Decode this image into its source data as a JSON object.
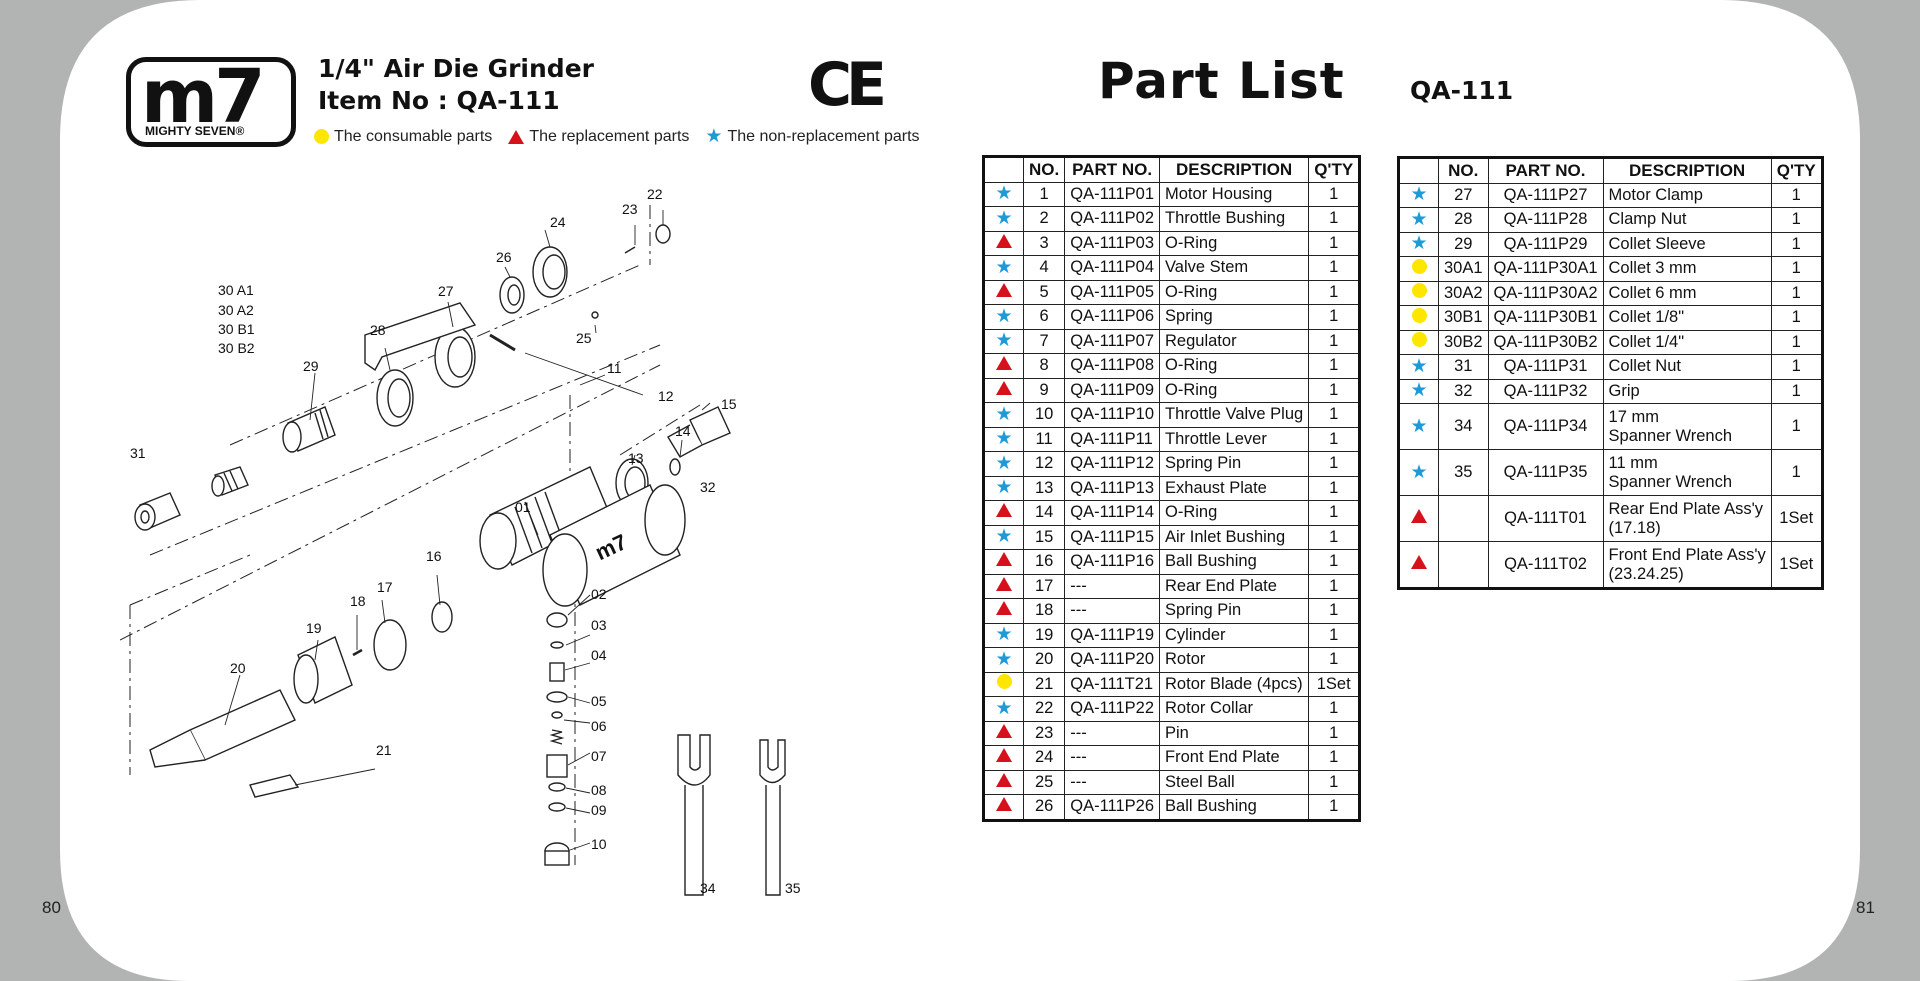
{
  "page_numbers": {
    "left": "80",
    "right": "81"
  },
  "logo": {
    "mark": "m7",
    "tagline": "MIGHTY SEVEN®"
  },
  "header": {
    "title": "1/4\" Air Die Grinder",
    "item_label": "Item No : QA-111",
    "ce_mark": "CE"
  },
  "legend": {
    "consumable": "The consumable parts",
    "replacement": "The replacement parts",
    "non_replacement": "The non-replacement parts",
    "colors": {
      "consumable": "#ffe600",
      "replacement": "#d5121b",
      "non_replacement": "#1e9ad6"
    }
  },
  "part_list": {
    "title": "Part List",
    "model": "QA-111",
    "columns": [
      "NO.",
      "PART NO.",
      "DESCRIPTION",
      "Q'TY"
    ]
  },
  "table_left": [
    {
      "type": "star",
      "no": "1",
      "part": "QA-111P01",
      "desc": "Motor Housing",
      "qty": "1"
    },
    {
      "type": "star",
      "no": "2",
      "part": "QA-111P02",
      "desc": "Throttle Bushing",
      "qty": "1"
    },
    {
      "type": "tri",
      "no": "3",
      "part": "QA-111P03",
      "desc": "O-Ring",
      "qty": "1"
    },
    {
      "type": "star",
      "no": "4",
      "part": "QA-111P04",
      "desc": "Valve Stem",
      "qty": "1"
    },
    {
      "type": "tri",
      "no": "5",
      "part": "QA-111P05",
      "desc": "O-Ring",
      "qty": "1"
    },
    {
      "type": "star",
      "no": "6",
      "part": "QA-111P06",
      "desc": "Spring",
      "qty": "1"
    },
    {
      "type": "star",
      "no": "7",
      "part": "QA-111P07",
      "desc": "Regulator",
      "qty": "1"
    },
    {
      "type": "tri",
      "no": "8",
      "part": "QA-111P08",
      "desc": "O-Ring",
      "qty": "1"
    },
    {
      "type": "tri",
      "no": "9",
      "part": "QA-111P09",
      "desc": "O-Ring",
      "qty": "1"
    },
    {
      "type": "star",
      "no": "10",
      "part": "QA-111P10",
      "desc": "Throttle Valve Plug",
      "qty": "1"
    },
    {
      "type": "star",
      "no": "11",
      "part": "QA-111P11",
      "desc": "Throttle Lever",
      "qty": "1"
    },
    {
      "type": "star",
      "no": "12",
      "part": "QA-111P12",
      "desc": "Spring Pin",
      "qty": "1"
    },
    {
      "type": "star",
      "no": "13",
      "part": "QA-111P13",
      "desc": "Exhaust Plate",
      "qty": "1"
    },
    {
      "type": "tri",
      "no": "14",
      "part": "QA-111P14",
      "desc": "O-Ring",
      "qty": "1"
    },
    {
      "type": "star",
      "no": "15",
      "part": "QA-111P15",
      "desc": "Air Inlet Bushing",
      "qty": "1"
    },
    {
      "type": "tri",
      "no": "16",
      "part": "QA-111P16",
      "desc": "Ball Bushing",
      "qty": "1"
    },
    {
      "type": "tri",
      "no": "17",
      "part": "---",
      "desc": "Rear End Plate",
      "qty": "1"
    },
    {
      "type": "tri",
      "no": "18",
      "part": "---",
      "desc": "Spring Pin",
      "qty": "1"
    },
    {
      "type": "star",
      "no": "19",
      "part": "QA-111P19",
      "desc": "Cylinder",
      "qty": "1"
    },
    {
      "type": "star",
      "no": "20",
      "part": "QA-111P20",
      "desc": "Rotor",
      "qty": "1"
    },
    {
      "type": "dot",
      "no": "21",
      "part": "QA-111T21",
      "desc": "Rotor Blade (4pcs)",
      "qty": "1Set"
    },
    {
      "type": "star",
      "no": "22",
      "part": "QA-111P22",
      "desc": "Rotor Collar",
      "qty": "1"
    },
    {
      "type": "tri",
      "no": "23",
      "part": "---",
      "desc": "Pin",
      "qty": "1"
    },
    {
      "type": "tri",
      "no": "24",
      "part": "---",
      "desc": "Front End Plate",
      "qty": "1"
    },
    {
      "type": "tri",
      "no": "25",
      "part": "---",
      "desc": "Steel Ball",
      "qty": "1"
    },
    {
      "type": "tri",
      "no": "26",
      "part": "QA-111P26",
      "desc": "Ball Bushing",
      "qty": "1"
    }
  ],
  "table_right": [
    {
      "type": "star",
      "no": "27",
      "part": "QA-111P27",
      "desc": "Motor Clamp",
      "desc2": "",
      "qty": "1"
    },
    {
      "type": "star",
      "no": "28",
      "part": "QA-111P28",
      "desc": "Clamp Nut",
      "desc2": "",
      "qty": "1"
    },
    {
      "type": "star",
      "no": "29",
      "part": "QA-111P29",
      "desc": "Collet Sleeve",
      "desc2": "",
      "qty": "1"
    },
    {
      "type": "dot",
      "no": "30A1",
      "part": "QA-111P30A1",
      "desc": "Collet 3 mm",
      "desc2": "",
      "qty": "1"
    },
    {
      "type": "dot",
      "no": "30A2",
      "part": "QA-111P30A2",
      "desc": "Collet 6 mm",
      "desc2": "",
      "qty": "1"
    },
    {
      "type": "dot",
      "no": "30B1",
      "part": "QA-111P30B1",
      "desc": "Collet 1/8\"",
      "desc2": "",
      "qty": "1"
    },
    {
      "type": "dot",
      "no": "30B2",
      "part": "QA-111P30B2",
      "desc": "Collet 1/4\"",
      "desc2": "",
      "qty": "1"
    },
    {
      "type": "star",
      "no": "31",
      "part": "QA-111P31",
      "desc": "Collet Nut",
      "desc2": "",
      "qty": "1"
    },
    {
      "type": "star",
      "no": "32",
      "part": "QA-111P32",
      "desc": "Grip",
      "desc2": "",
      "qty": "1"
    },
    {
      "type": "star",
      "no": "34",
      "part": "QA-111P34",
      "desc": "17 mm",
      "desc2": "Spanner Wrench",
      "qty": "1"
    },
    {
      "type": "star",
      "no": "35",
      "part": "QA-111P35",
      "desc": "11 mm",
      "desc2": "Spanner Wrench",
      "qty": "1"
    },
    {
      "type": "tri",
      "no": "",
      "part": "QA-111T01",
      "desc": "Rear End Plate Ass'y",
      "desc2": "(17.18)",
      "qty": "1Set"
    },
    {
      "type": "tri",
      "no": "",
      "part": "QA-111T02",
      "desc": "Front End Plate Ass'y",
      "desc2": "(23.24.25)",
      "qty": "1Set"
    }
  ],
  "diagram_labels": {
    "l01": "01",
    "l02": "02",
    "l03": "03",
    "l04": "04",
    "l05": "05",
    "l06": "06",
    "l07": "07",
    "l08": "08",
    "l09": "09",
    "l10": "10",
    "l11": "11",
    "l12": "12",
    "l13": "13",
    "l14": "14",
    "l15": "15",
    "l16": "16",
    "l17": "17",
    "l18": "18",
    "l19": "19",
    "l20": "20",
    "l21": "21",
    "l22": "22",
    "l23": "23",
    "l24": "24",
    "l25": "25",
    "l26": "26",
    "l27": "27",
    "l28": "28",
    "l29": "29",
    "l30a1": "30 A1",
    "l30a2": "30 A2",
    "l30b1": "30 B1",
    "l30b2": "30 B2",
    "l31": "31",
    "l32": "32",
    "l34": "34",
    "l35": "35",
    "grip_logo": "m7"
  }
}
